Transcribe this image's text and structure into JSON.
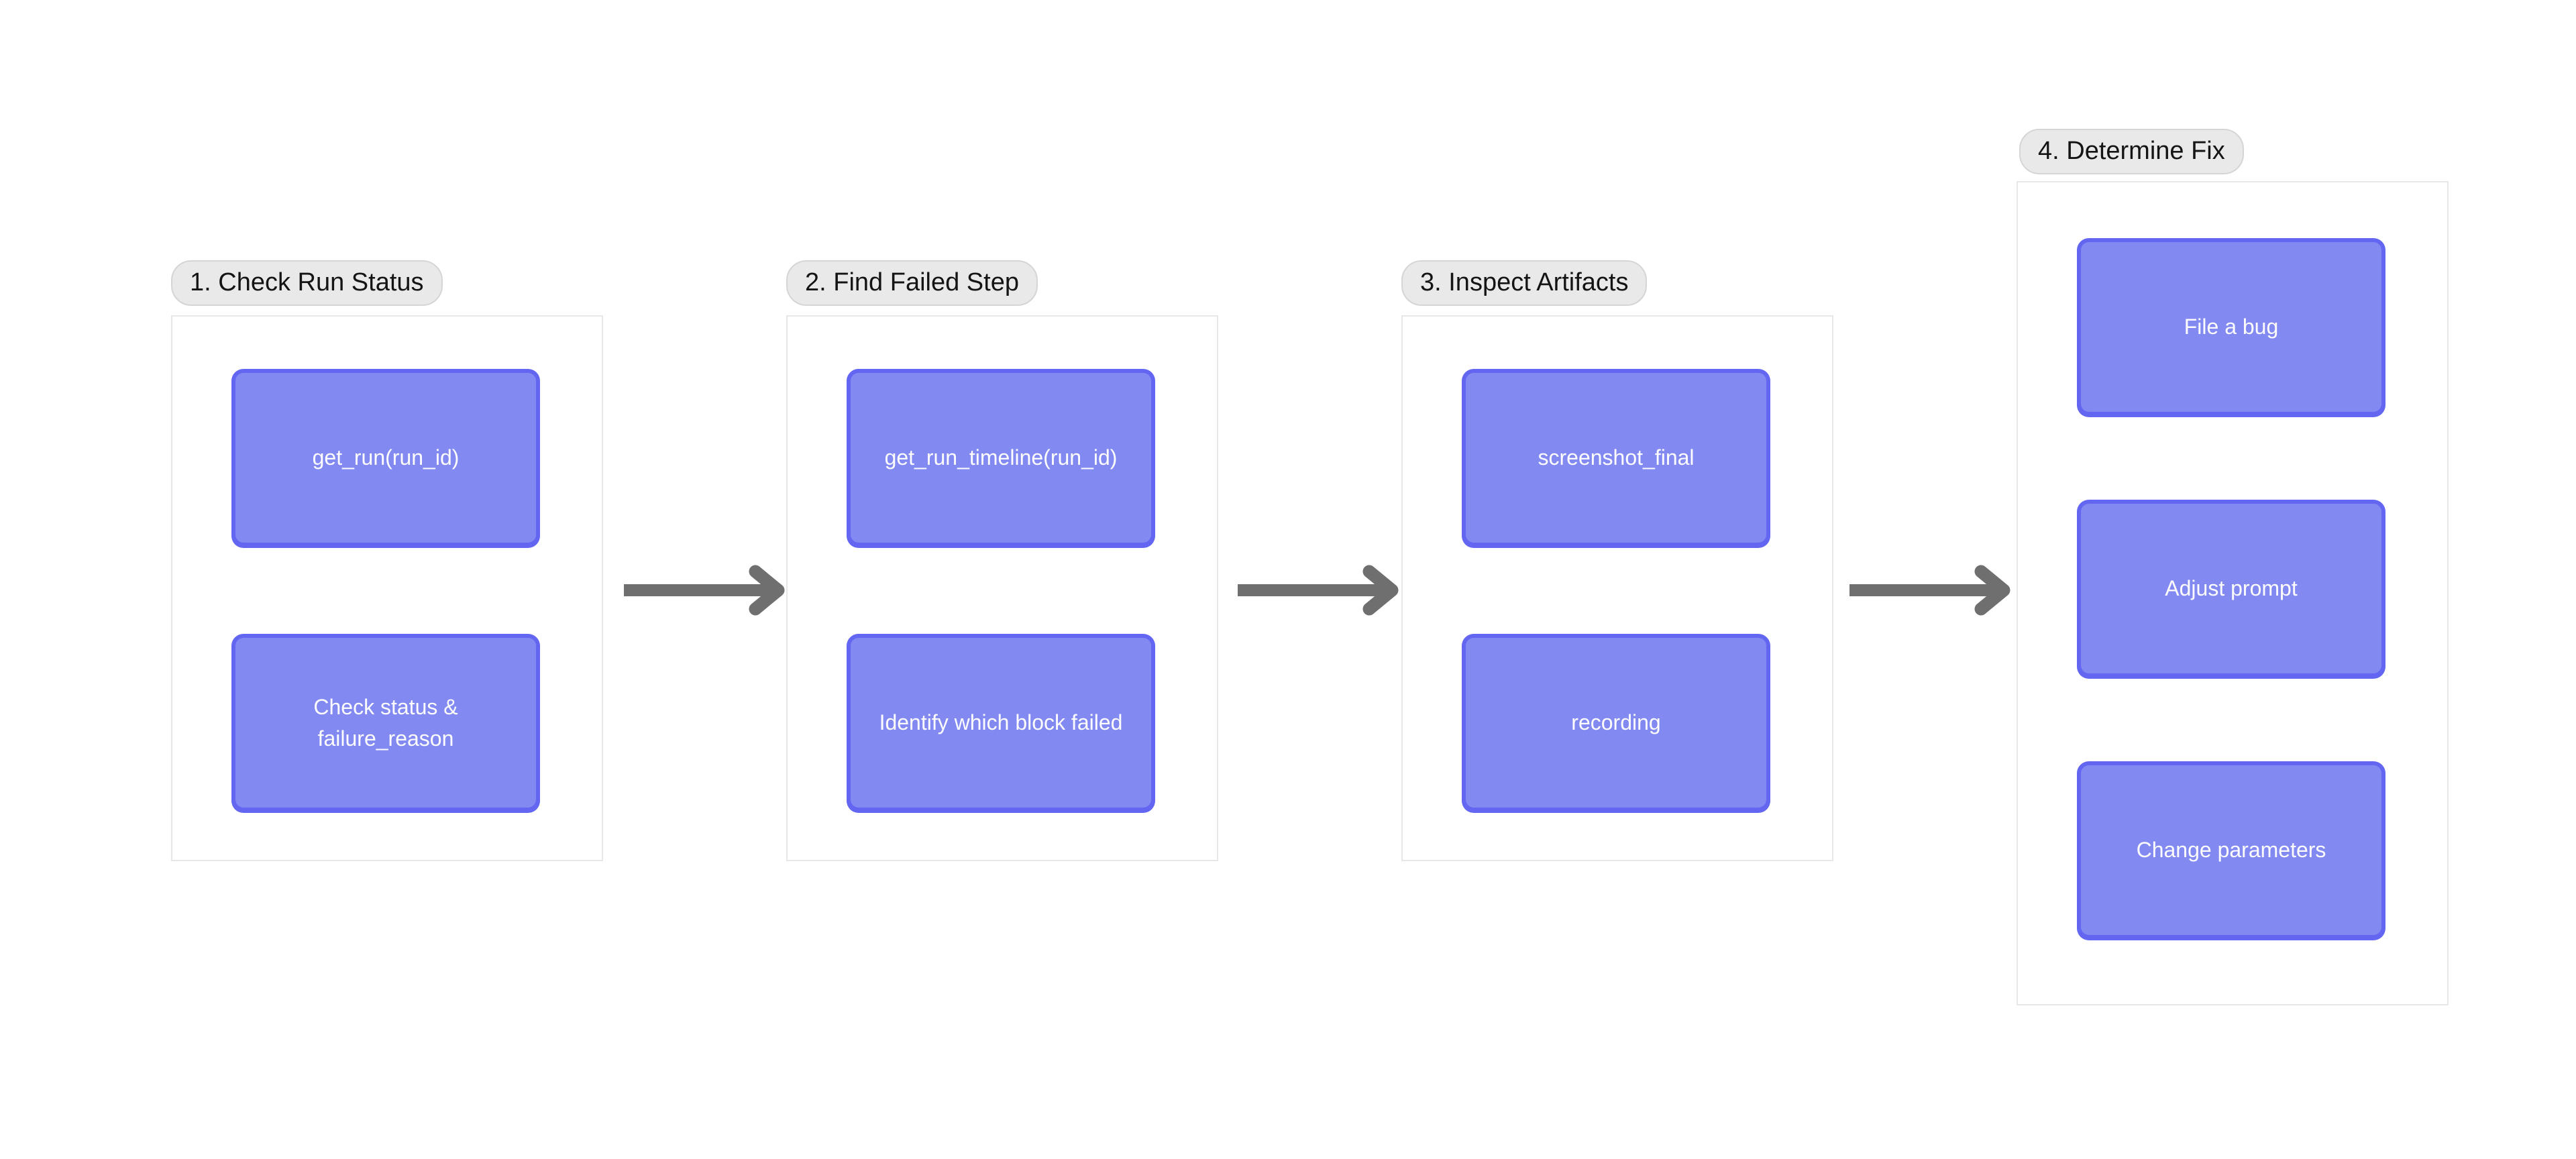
{
  "groups": [
    {
      "label": "1. Check Run Status",
      "nodes": [
        "get_run(run_id)",
        "Check status & failure_reason"
      ]
    },
    {
      "label": "2. Find Failed Step",
      "nodes": [
        "get_run_timeline(run_id)",
        "Identify which block failed"
      ]
    },
    {
      "label": "3. Inspect Artifacts",
      "nodes": [
        "screenshot_final",
        "recording"
      ]
    },
    {
      "label": "4. Determine Fix",
      "nodes": [
        "File a bug",
        "Adjust prompt",
        "Change parameters"
      ]
    }
  ],
  "colors": {
    "background": "#ffffff",
    "node_fill": "#8289f1",
    "node_border": "#6366f1",
    "node_text": "#fdfdff",
    "pill_bg": "#e9e9e9",
    "pill_border": "#d5d5d5",
    "pill_text": "#141414",
    "panel_border": "#e7e7e7",
    "arrow": "#6f6f6f"
  }
}
